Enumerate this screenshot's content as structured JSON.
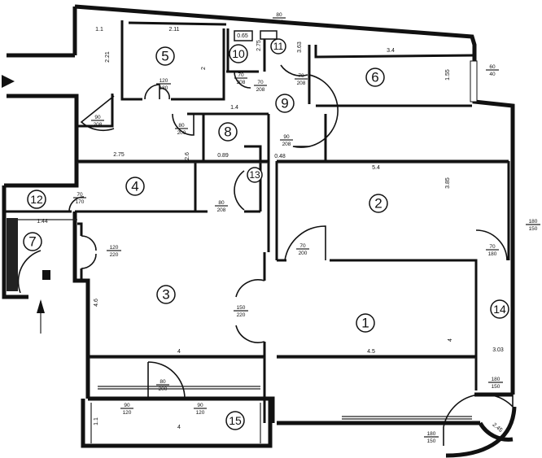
{
  "rooms": {
    "r1": "1",
    "r2": "2",
    "r3": "3",
    "r4": "4",
    "r5": "5",
    "r6": "6",
    "r7": "7",
    "r8": "8",
    "r9": "9",
    "r10": "10",
    "r11": "11",
    "r12": "12",
    "r13": "13",
    "r14": "14",
    "r15": "15"
  },
  "dimensions": {
    "d_1_1": "1.1",
    "d_2_11": "2.11",
    "d_0_65": "0.65",
    "d_3_63": "3.63",
    "d_3_4_top": "3.4",
    "d_2_21": "2.21",
    "d_2": "2",
    "d_1_55": "1.55",
    "d_1_4": "1.4",
    "d_2_75": "2.75",
    "d_2_6": "2.6",
    "d_0_89": "0.89",
    "d_0_48": "0.48",
    "d_5_4": "5.4",
    "d_3_85": "3.85",
    "d_4_6": "4.6",
    "d_4_left": "4",
    "d_4_5": "4.5",
    "d_4_right": "4",
    "d_3_03": "3.03",
    "d_1_1_bottom": "1.1",
    "d_4_bottom": "4",
    "d_2_45": "2.45",
    "d_1_44": "1.44",
    "d_2_75v": "2.75"
  },
  "openings": {
    "o_80_208_top": {
      "w": "80",
      "h": "208"
    },
    "o_60_40": {
      "w": "60",
      "h": "40"
    },
    "o_120_180": {
      "w": "120",
      "h": "180"
    },
    "o_70_208_a": {
      "w": "70",
      "h": "208"
    },
    "o_70_208_b": {
      "w": "70",
      "h": "208"
    },
    "o_70_208_c": {
      "w": "70",
      "h": "208"
    },
    "o_90_208": {
      "w": "90",
      "h": "208"
    },
    "o_80_200": {
      "w": "80",
      "h": "200"
    },
    "o_80_208_mid": {
      "w": "80",
      "h": "208"
    },
    "o_90_208_b": {
      "w": "90",
      "h": "208"
    },
    "o_70_170": {
      "w": "70",
      "h": "170"
    },
    "o_120_220": {
      "w": "120",
      "h": "220"
    },
    "o_70_200": {
      "w": "70",
      "h": "200"
    },
    "o_70_180": {
      "w": "70",
      "h": "180"
    },
    "o_180_150_right": {
      "w": "180",
      "h": "150"
    },
    "o_150_220": {
      "w": "150",
      "h": "220"
    },
    "o_90_120_a": {
      "w": "90",
      "h": "120"
    },
    "o_80_200_b": {
      "w": "80",
      "h": "200"
    },
    "o_90_120_b": {
      "w": "90",
      "h": "120"
    },
    "o_180_150_c": {
      "w": "180",
      "h": "150"
    },
    "o_180_150_bottom": {
      "w": "180",
      "h": "150"
    }
  }
}
